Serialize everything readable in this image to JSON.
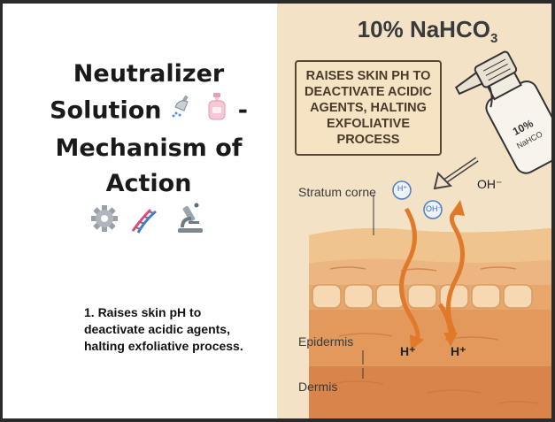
{
  "left": {
    "title": "Neutralizer Solution 🚿 🧴 - Mechanism of Action ⚙️ 🧬 🔬",
    "title_lines": [
      "Neutralizer",
      "Solution",
      "-",
      "Mechanism of",
      "Action"
    ],
    "bullet": "1. Raises skin pH to deactivate acidic agents, halting exfoliative process.",
    "icons": [
      "shower-icon",
      "lotion-bottle-icon",
      "gear-icon",
      "dna-icon",
      "microscope-icon"
    ]
  },
  "right": {
    "formula": "10% NaHCO",
    "formula_sub": "3",
    "box_text": "RAISES SKIN pH TO DEACTIVATE ACIDIC AGENTS, HALTING EXFOLIATIVE PROCESS",
    "bottle_text_1": "10%",
    "bottle_text_2": "NaHCO",
    "oh_label": "OH⁻",
    "h_ion": "H⁺",
    "oh_ion": "OH⁻",
    "stratum_label": "Stratum corne",
    "epidermis_label": "Epidermis",
    "dermis_label": "Dermis",
    "h_bottom_1": "H⁺",
    "h_bottom_2": "H⁺"
  },
  "colors": {
    "background": "#f3e2c6",
    "arrow_orange": "#e07a2a",
    "box_border": "#5a4632"
  }
}
